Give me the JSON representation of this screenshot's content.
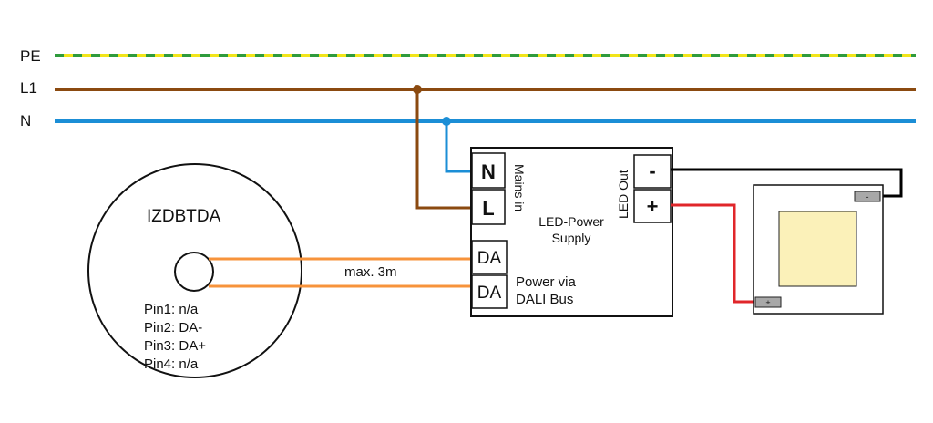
{
  "colors": {
    "pe_yellow": "#f2e51a",
    "pe_green": "#2f9b3c",
    "l1_brown": "#8b4a10",
    "n_blue": "#1b8ed6",
    "dali_orange": "#f7933b",
    "led_plus_red": "#e0262a",
    "led_minus_black": "#000000",
    "led_chip": "#fbf1b9"
  },
  "buses": {
    "pe": "PE",
    "l1": "L1",
    "n": "N"
  },
  "sensor": {
    "name": "IZDBTDA",
    "pins": [
      "Pin1: n/a",
      "Pin2: DA-",
      "Pin3: DA+",
      "Pin4: n/a"
    ]
  },
  "cable": {
    "label": "max. 3m"
  },
  "power_supply": {
    "title_line1": "LED-Power",
    "title_line2": "Supply",
    "mains_label": "Mains in",
    "terminal_n": "N",
    "terminal_l": "L",
    "dali_terminal_1": "DA",
    "dali_terminal_2": "DA",
    "dali_label_line1": "Power via",
    "dali_label_line2": "DALI Bus",
    "led_out_label": "LED Out",
    "terminal_minus": "-",
    "terminal_plus": "+"
  },
  "led_module": {
    "minus_pad": "-",
    "plus_pad": "+"
  }
}
